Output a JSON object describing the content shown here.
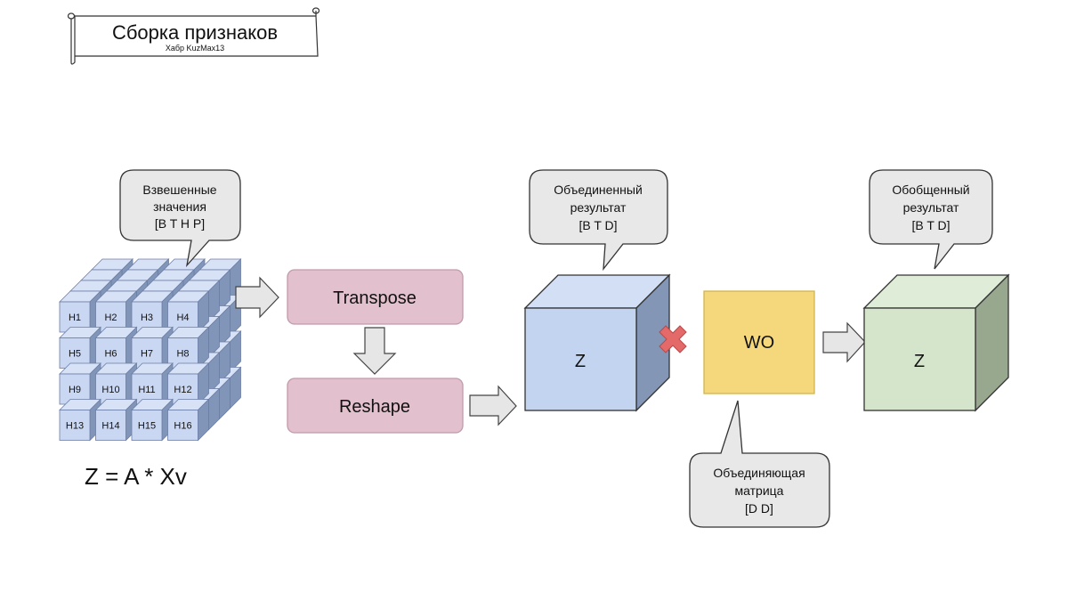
{
  "title_scroll": {
    "title": "Сборка признаков",
    "subtitle": "Хабр KuzMax13"
  },
  "callouts": {
    "weighted": {
      "line1": "Взвешенные",
      "line2": "значения",
      "line3": "[B T H P]"
    },
    "combined": {
      "line1": "Объединенный",
      "line2": "результат",
      "line3": "[B T D]"
    },
    "generalized": {
      "line1": "Обобщенный",
      "line2": "результат",
      "line3": "[B T D]"
    },
    "matrix": {
      "line1": "Объединяющая",
      "line2": "матрица",
      "line3": "[D D]"
    }
  },
  "heads": [
    "H1",
    "H2",
    "H3",
    "H4",
    "H5",
    "H6",
    "H7",
    "H8",
    "H9",
    "H10",
    "H11",
    "H12",
    "H13",
    "H14",
    "H15",
    "H16"
  ],
  "steps": {
    "transpose": "Transpose",
    "reshape": "Reshape"
  },
  "cubes": {
    "z_blue": "Z",
    "z_green": "Z"
  },
  "wo": "WO",
  "formula": "Z = A * Xv",
  "colors": {
    "small_cube_front": "#c9d7f3",
    "small_cube_top": "#d7e2f7",
    "small_cube_side": "#8195b9",
    "small_cube_stroke": "#6c7ea5",
    "process_box": "#e3c0cd",
    "process_stroke": "#c29aab",
    "blue_front": "#c3d4f1",
    "blue_top": "#d2dff5",
    "blue_side": "#8496b6",
    "green_front": "#d4e5cb",
    "green_top": "#dfecd8",
    "green_side": "#98a88f",
    "wo_fill": "#f5d87c",
    "wo_stroke": "#d2b54e",
    "callout_fill": "#e8e8e8",
    "arrow_fill": "#e6e6e6",
    "cross": "#e46a6a"
  }
}
